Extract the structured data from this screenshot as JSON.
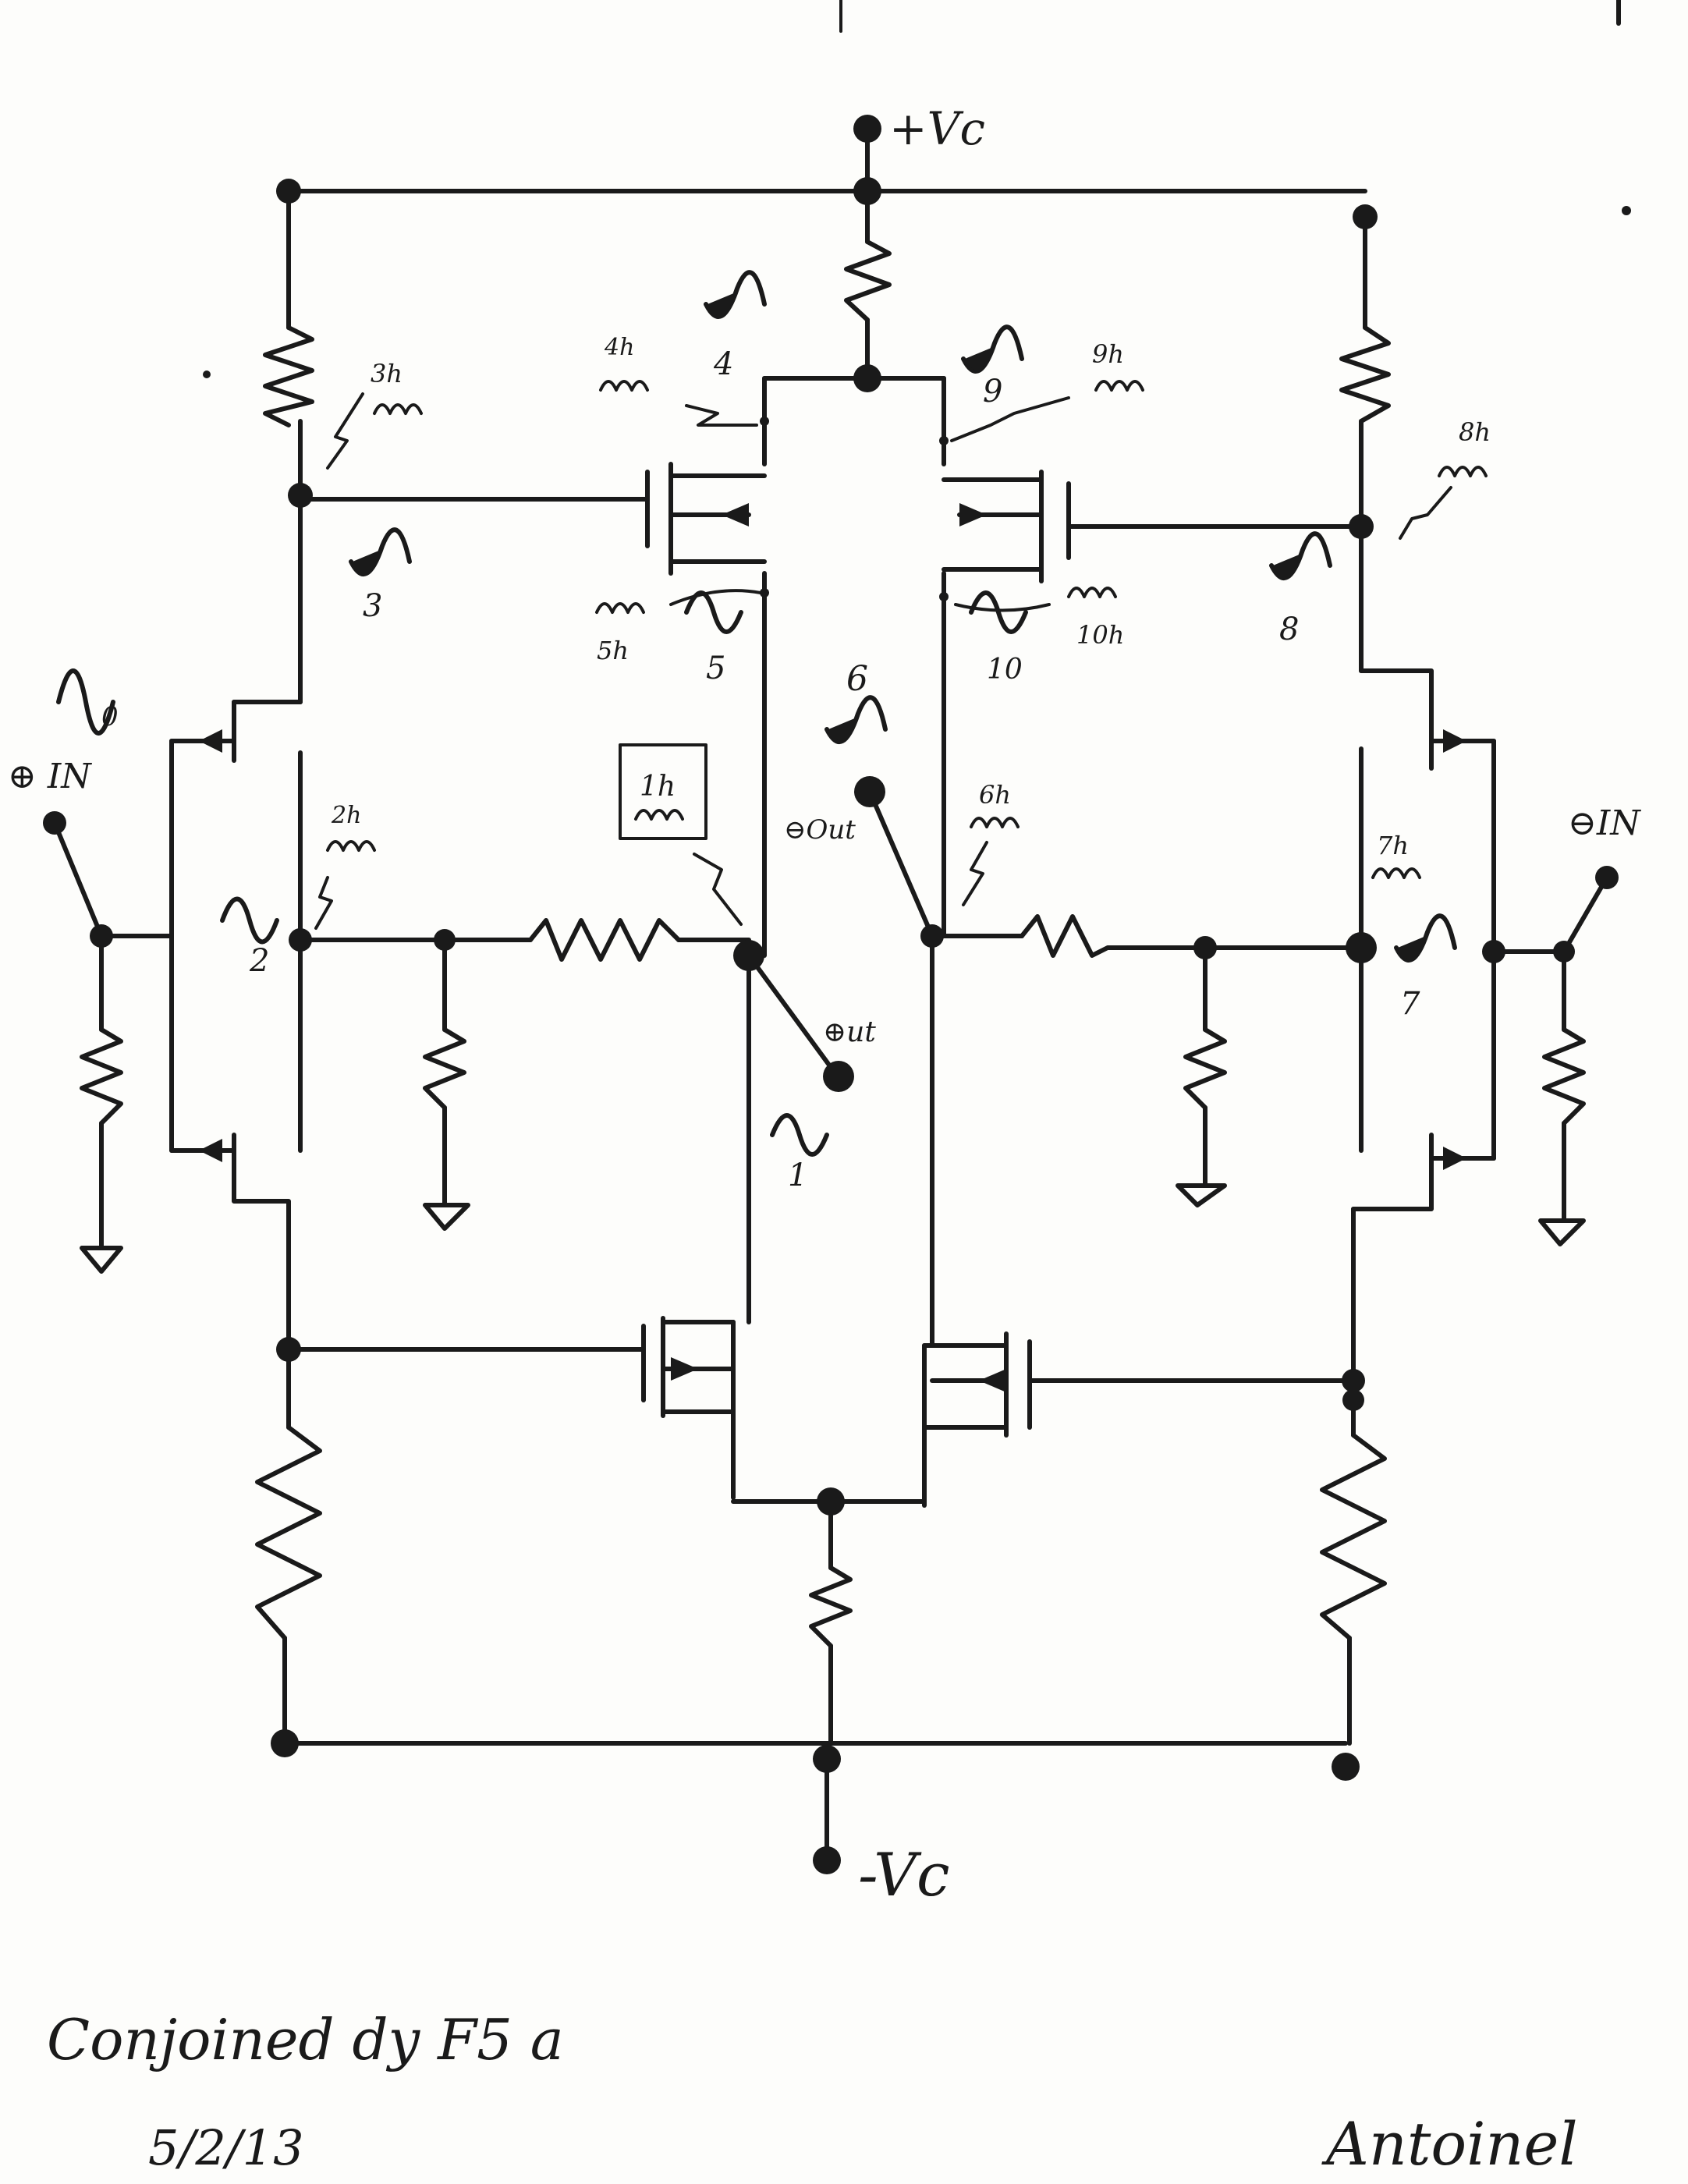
{
  "rails": {
    "positive": "+Vc",
    "negative": "-Vc"
  },
  "inputs": {
    "positive": "⊕ IN",
    "negative": "⊖IN"
  },
  "outputs": {
    "positive": "⊕ut",
    "negative": "⊖Out"
  },
  "input_waveform_label": "0",
  "node_labels": [
    "1",
    "2",
    "3",
    "4",
    "5",
    "6",
    "7",
    "8",
    "9",
    "10"
  ],
  "harmonic_labels": {
    "h1": "1h",
    "h2": "2h",
    "h3": "3h",
    "h4": "4h",
    "h5": "5h",
    "h6": "6h",
    "h7": "7h",
    "h8": "8h",
    "h9": "9h",
    "h10": "10h"
  },
  "footer": {
    "title": "Conjoined dy F5 a",
    "date": "5/2/13",
    "signature": "Antoinel"
  }
}
